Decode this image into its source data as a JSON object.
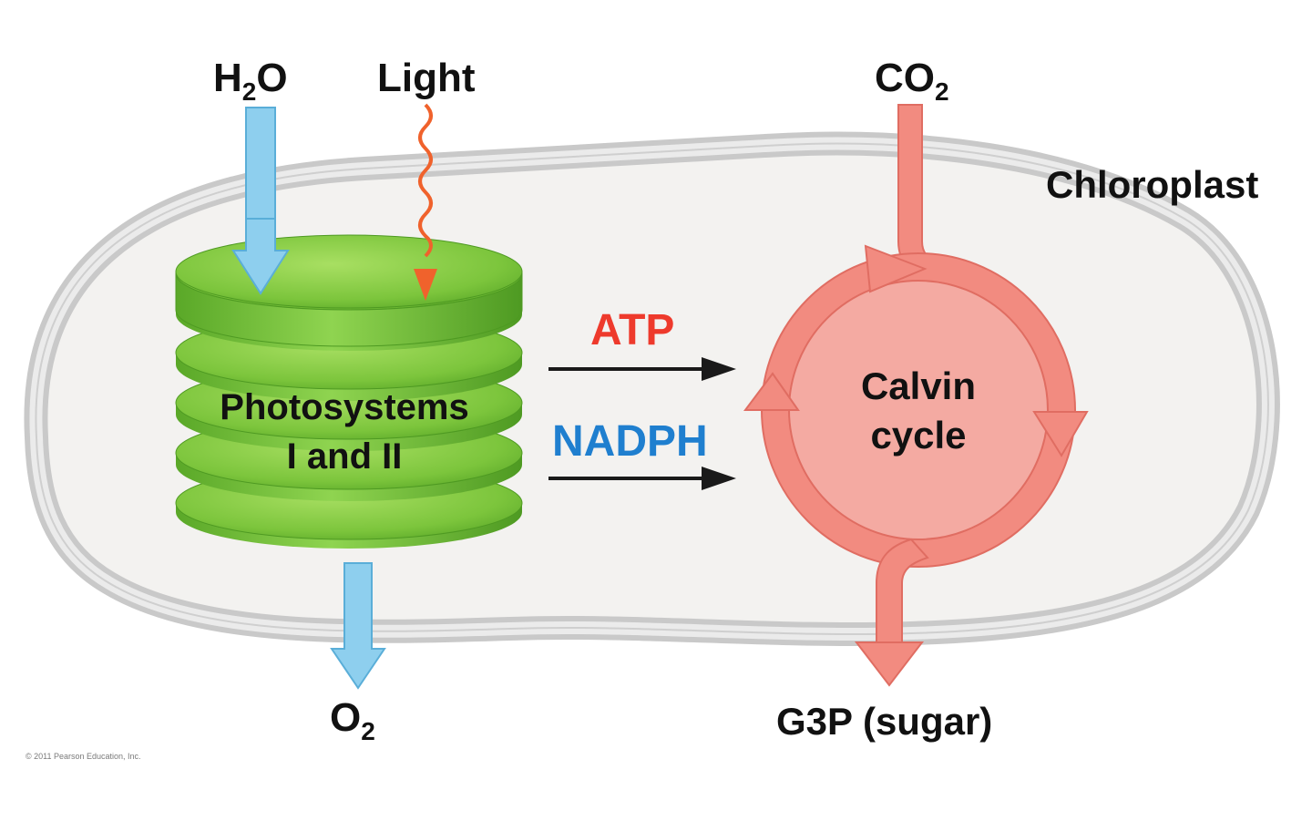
{
  "labels": {
    "water": {
      "main": "H",
      "sub": "2",
      "tail": "O"
    },
    "light": "Light",
    "co2": {
      "main": "CO",
      "sub": "2"
    },
    "chloroplast": "Chloroplast",
    "atp": "ATP",
    "nadph": "NADPH",
    "photosystems_line1": "Photosystems",
    "photosystems_line2": "I and II",
    "calvin_line1": "Calvin",
    "calvin_line2": "cycle",
    "o2": {
      "main": "O",
      "sub": "2"
    },
    "g3p": "G3P (sugar)",
    "credit": "© 2011 Pearson Education, Inc."
  },
  "colors": {
    "water_arrow": "#8ecfee",
    "light_arrow": "#f0622c",
    "co2_arrow": "#f2877b",
    "calvin_fill": "#f4aaa2",
    "calvin_ring": "#f28b80",
    "atp_text": "#ee3a2c",
    "nadph_text": "#1f7fcf",
    "thylakoid": "#7cc53c",
    "chloroplast_fill": "#f3f2f0",
    "chloroplast_outline": "#c8c8c8"
  },
  "icons": {
    "thylakoid": "thylakoid-stack-icon",
    "calvin": "cycle-arrows-icon",
    "light": "wavy-arrow-icon"
  }
}
